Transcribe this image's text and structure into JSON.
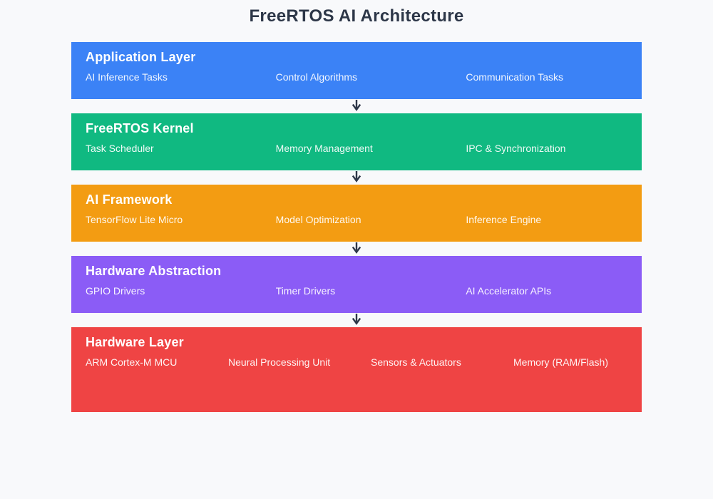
{
  "page": {
    "title": "FreeRTOS AI Architecture",
    "background": "#f8f9fb",
    "title_color": "#2d3748",
    "arrow_color": "#2d3748"
  },
  "layers": [
    {
      "name": "Application Layer",
      "color": "#3b82f6",
      "items": [
        "AI Inference Tasks",
        "Control Algorithms",
        "Communication Tasks"
      ]
    },
    {
      "name": "FreeRTOS Kernel",
      "color": "#10b981",
      "items": [
        "Task Scheduler",
        "Memory Management",
        "IPC & Synchronization"
      ]
    },
    {
      "name": "AI Framework",
      "color": "#f39c12",
      "items": [
        "TensorFlow Lite Micro",
        "Model Optimization",
        "Inference Engine"
      ]
    },
    {
      "name": "Hardware Abstraction",
      "color": "#8b5cf6",
      "items": [
        "GPIO Drivers",
        "Timer Drivers",
        "AI Accelerator APIs"
      ]
    },
    {
      "name": "Hardware Layer",
      "color": "#ef4444",
      "items": [
        "ARM Cortex-M MCU",
        "Neural Processing Unit",
        "Sensors & Actuators",
        "Memory (RAM/Flash)"
      ]
    }
  ]
}
